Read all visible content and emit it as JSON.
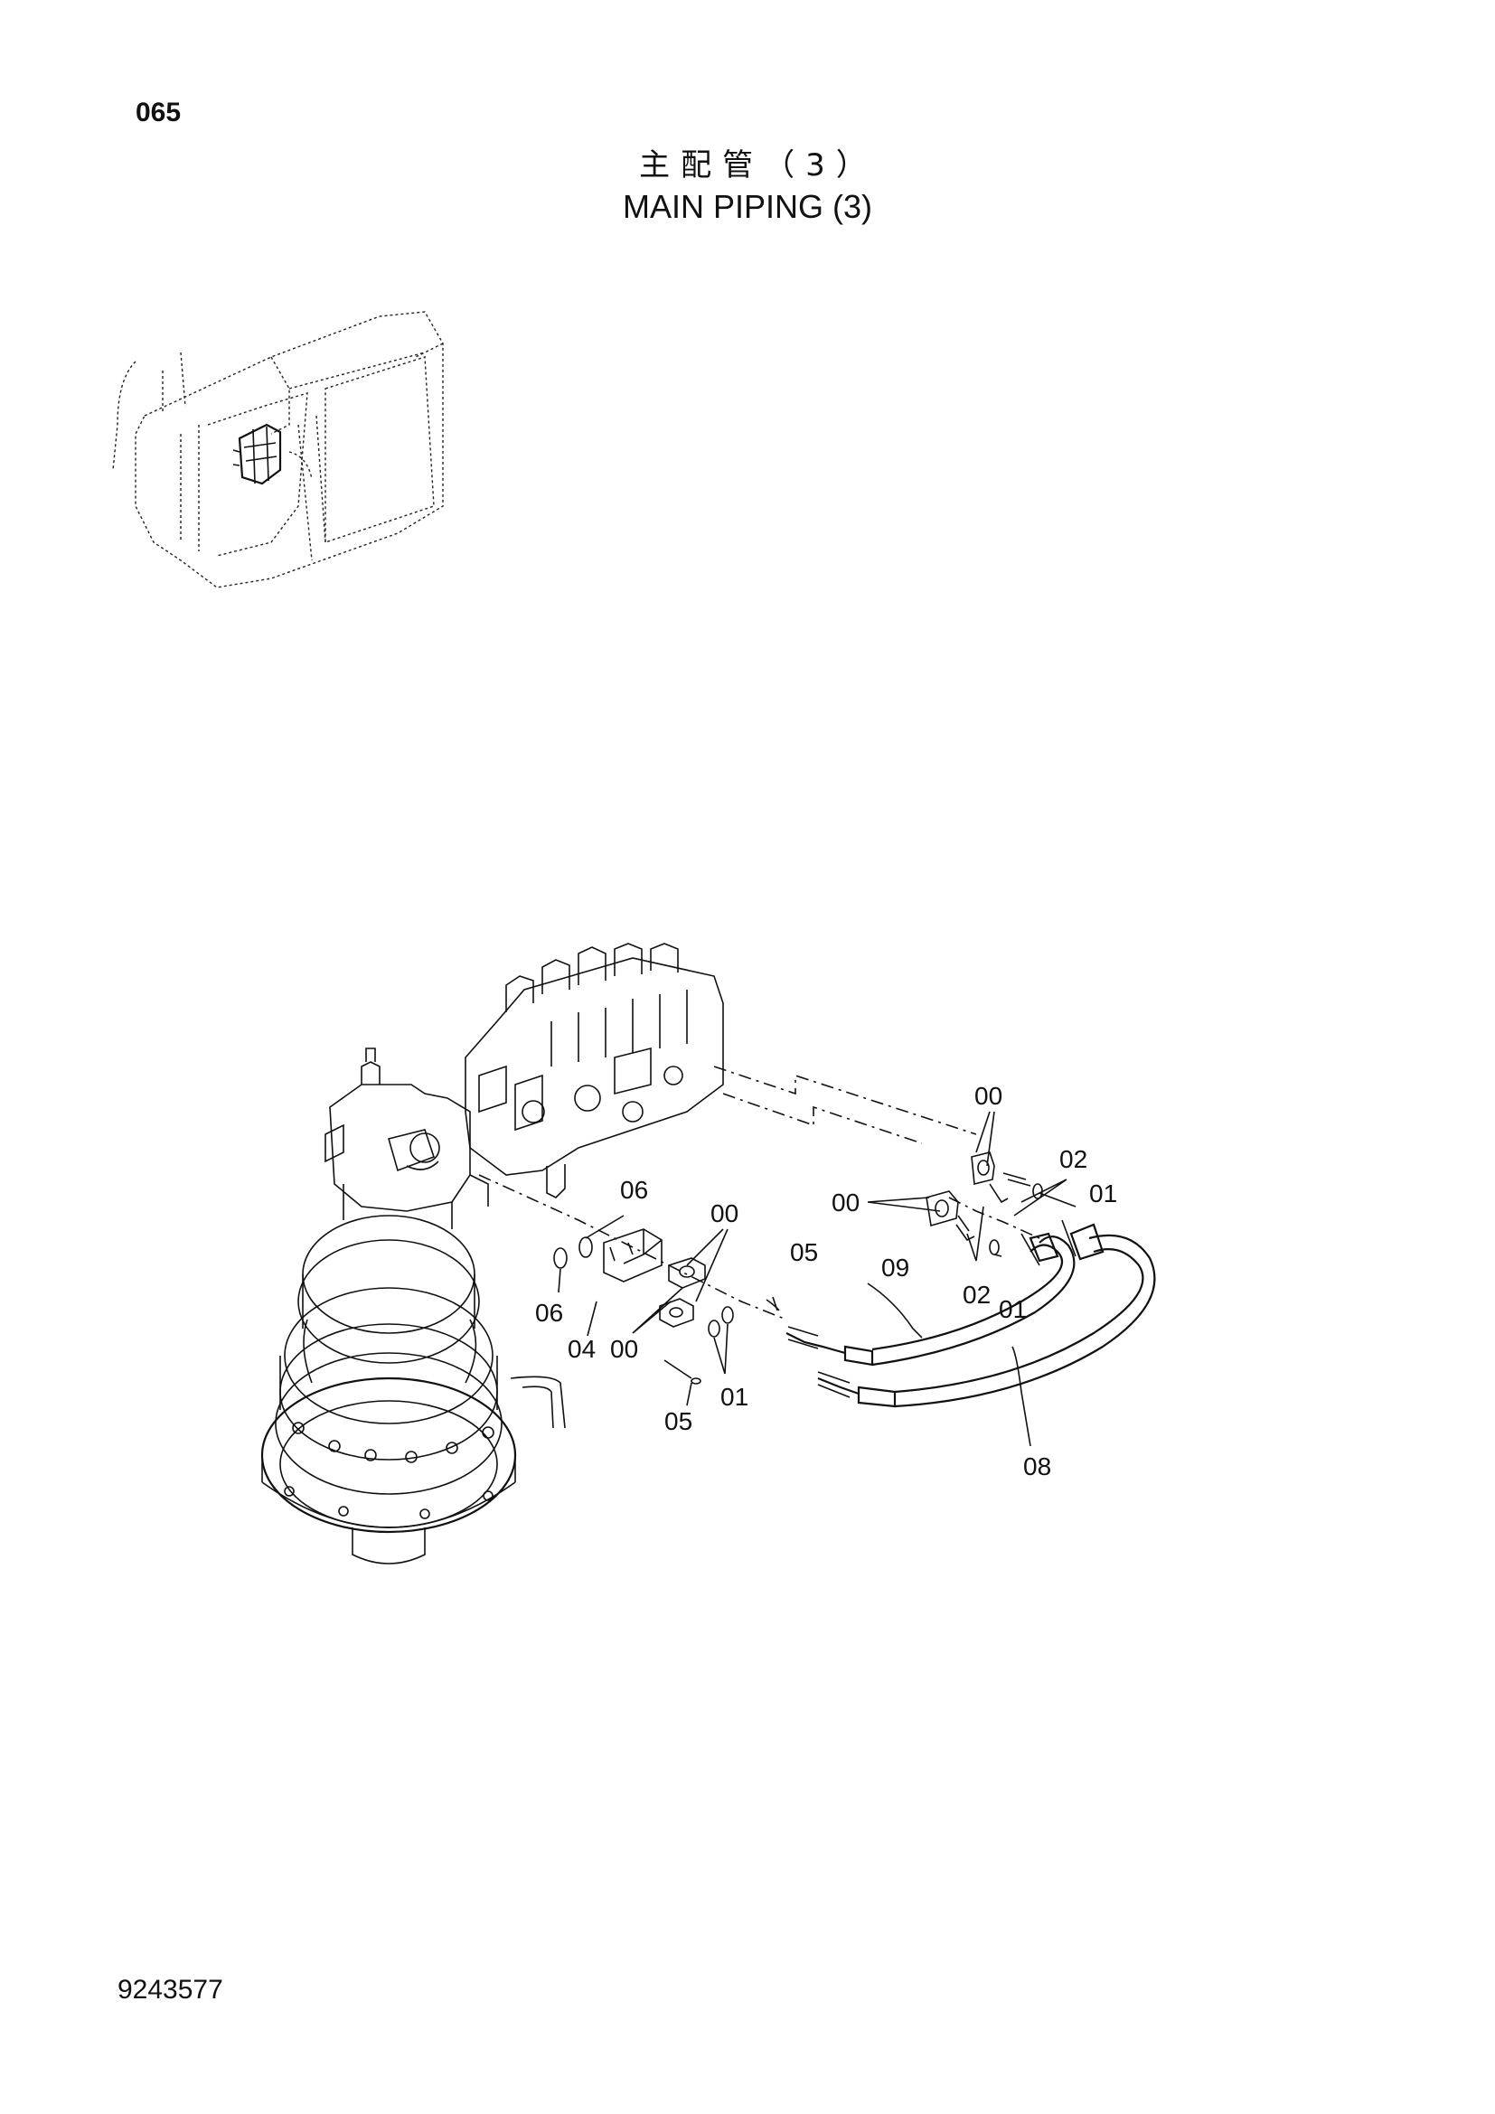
{
  "header": {
    "page_number": "065",
    "title_cn": "主配管（3）",
    "title_en": "MAIN PIPING (3)"
  },
  "footer": {
    "doc_number": "9243577"
  },
  "callouts": [
    "00",
    "02",
    "01",
    "06",
    "00",
    "05",
    "00",
    "09",
    "02",
    "01",
    "06",
    "04",
    "00",
    "01",
    "05",
    "08"
  ],
  "colors": {
    "ink": "#111111",
    "paper": "#ffffff"
  }
}
